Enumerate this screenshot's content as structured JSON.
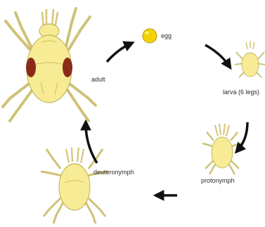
{
  "diagram": {
    "stages": {
      "egg": "egg",
      "larva": "larva (6 legs)",
      "protonymph": "protonymph",
      "deutonymph": "deuteronymph",
      "adult": "adult"
    },
    "colors": {
      "body_fill": "#f7ec95",
      "body_stroke": "#b3a64a",
      "leg_fill": "#fbf5c4",
      "egg_fill": "#f3d200",
      "egg_stroke": "#b49a00",
      "eye_spot": "#8b2a17",
      "arrow": "#111111"
    }
  }
}
